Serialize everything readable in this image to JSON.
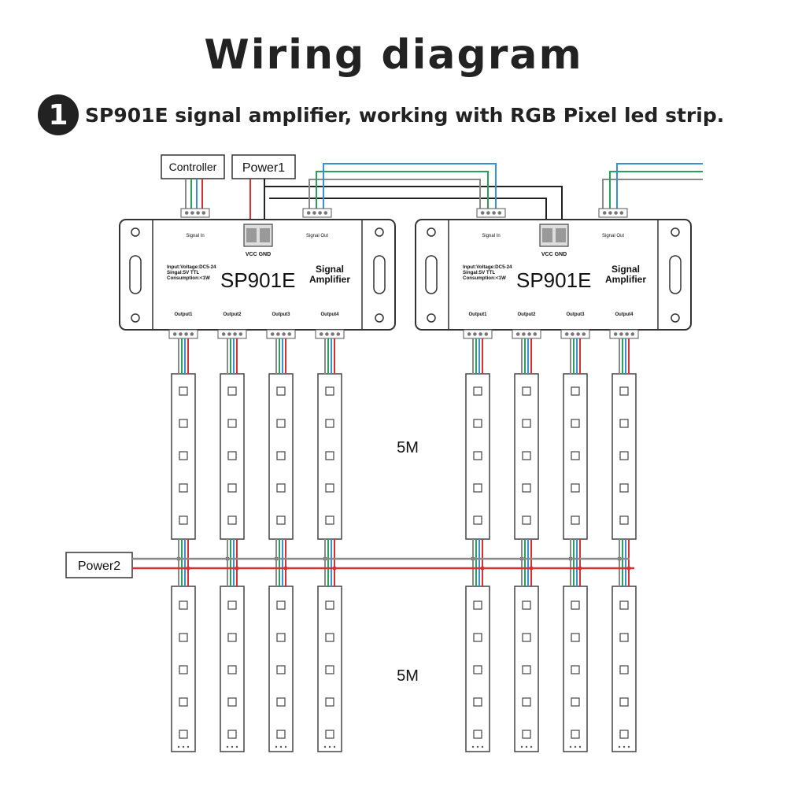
{
  "title": "Wiring diagram",
  "step": {
    "number": "1",
    "text": "SP901E signal amplifier, working with RGB Pixel led strip."
  },
  "labels": {
    "controller": "Controller",
    "power1": "Power1",
    "power2": "Power2",
    "length_top": "5M",
    "length_bottom": "5M"
  },
  "amplifier": {
    "model": "SP901E",
    "function_line1": "Signal",
    "function_line2": "Amplifier",
    "specs": [
      "Input:Voltage:DC5-24",
      "Singal:5V TTL",
      "Consumption:<1W"
    ],
    "signal_in": "Signal In",
    "signal_out": "Signal Out",
    "power_terminal": "VCC GND",
    "outputs": [
      "Output1",
      "Output2",
      "Output3",
      "Output4"
    ]
  },
  "wire_colors": {
    "red": "#d83030",
    "green": "#2aa05a",
    "blue": "#3a8fd8",
    "black": "#222222",
    "gray": "#8a8a8a"
  }
}
